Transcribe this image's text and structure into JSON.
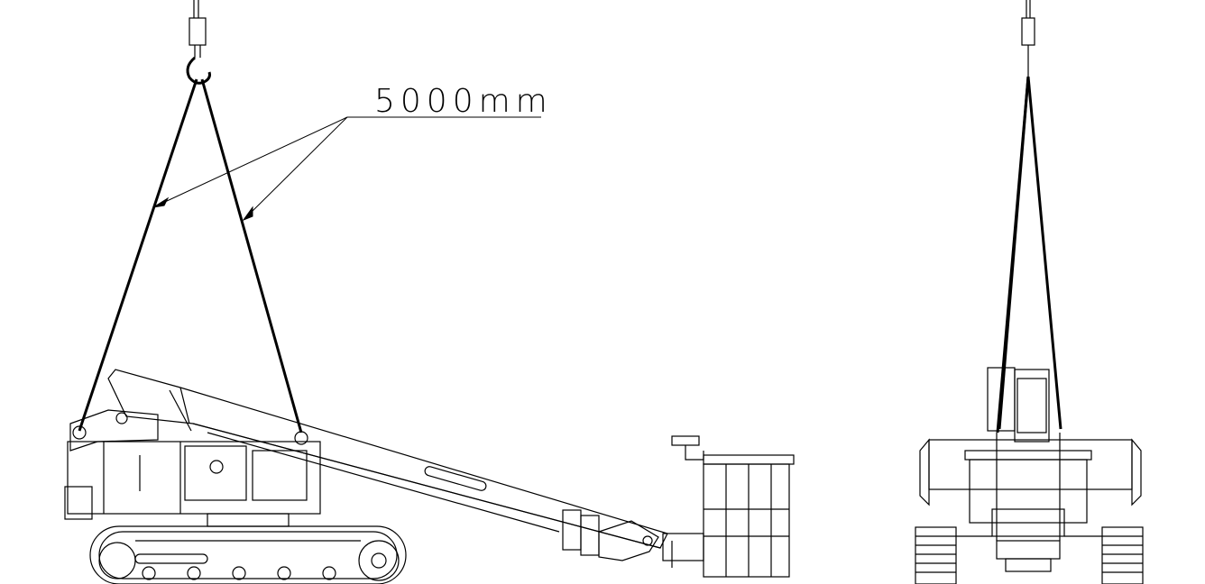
{
  "annotation": {
    "sling_length_label": "5000mm"
  },
  "colors": {
    "line": "#000000",
    "background": "#ffffff"
  },
  "views": {
    "side_view": "side-elevation",
    "front_view": "front-elevation"
  }
}
